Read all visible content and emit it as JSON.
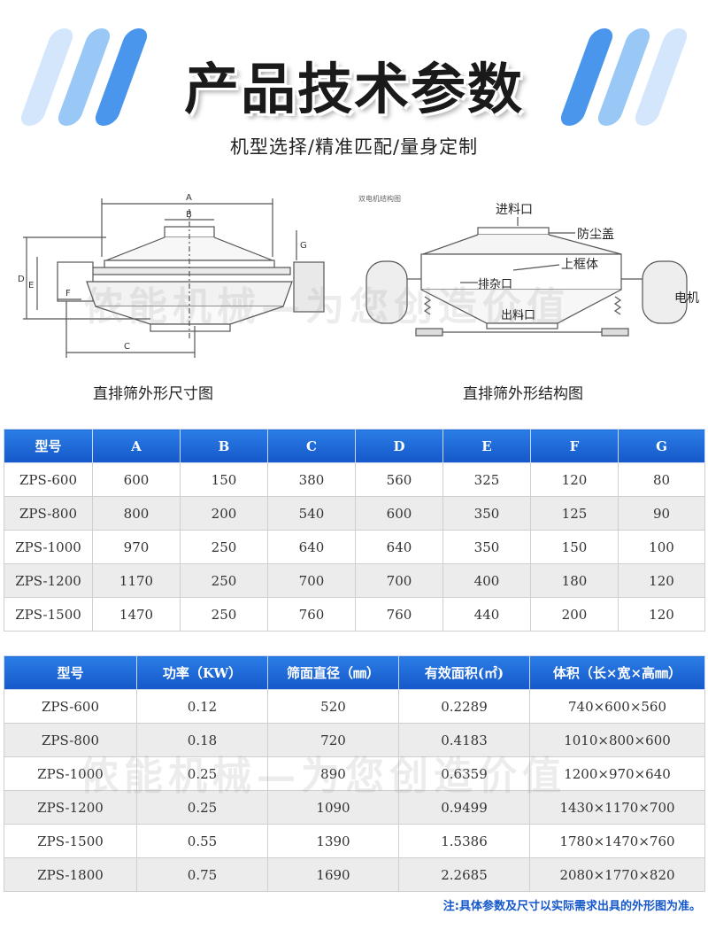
{
  "header": {
    "title": "产品技术参数",
    "subtitle": "机型选择/精准匹配/量身定制"
  },
  "colors": {
    "accent": "#1558c9",
    "header_cell": "#2a7de6",
    "stripe_light": "#c9e0fa",
    "stripe_mid": "#8cc0f4",
    "stripe_dark": "#3b8ae8"
  },
  "figures": {
    "dimension_caption": "直排筛外形尺寸图",
    "structure_caption": "直排筛外形结构图",
    "dimension_labels": {
      "a": "A",
      "b": "B",
      "c": "C",
      "d": "D",
      "e": "E",
      "f": "F",
      "g": "G"
    },
    "structure_small_title": "双电机结构图",
    "structure_labels": {
      "inlet": "进料口",
      "dust_cover": "防尘盖",
      "upper_frame": "上框体",
      "impurity_outlet": "排杂口",
      "outlet": "出料口",
      "motor": "电机"
    }
  },
  "watermark": "侬能机械—为您创造价值",
  "table1": {
    "headers": [
      "型号",
      "A",
      "B",
      "C",
      "D",
      "E",
      "F",
      "G"
    ],
    "rows": [
      [
        "ZPS-600",
        "600",
        "150",
        "380",
        "560",
        "325",
        "120",
        "80"
      ],
      [
        "ZPS-800",
        "800",
        "200",
        "540",
        "600",
        "350",
        "125",
        "90"
      ],
      [
        "ZPS-1000",
        "970",
        "250",
        "640",
        "640",
        "350",
        "150",
        "100"
      ],
      [
        "ZPS-1200",
        "1170",
        "250",
        "700",
        "700",
        "400",
        "180",
        "120"
      ],
      [
        "ZPS-1500",
        "1470",
        "250",
        "760",
        "760",
        "440",
        "200",
        "120"
      ]
    ]
  },
  "table2": {
    "headers": [
      "型号",
      "功率（KW）",
      "筛面直径（㎜）",
      "有效面积(㎡)",
      "体积（长×宽×高㎜）"
    ],
    "rows": [
      [
        "ZPS-600",
        "0.12",
        "520",
        "0.2289",
        "740×600×560"
      ],
      [
        "ZPS-800",
        "0.18",
        "720",
        "0.4183",
        "1010×800×600"
      ],
      [
        "ZPS-1000",
        "0.25",
        "890",
        "0.6359",
        "1200×970×640"
      ],
      [
        "ZPS-1200",
        "0.25",
        "1090",
        "0.9499",
        "1430×1170×700"
      ],
      [
        "ZPS-1500",
        "0.55",
        "1390",
        "1.5386",
        "1780×1470×760"
      ],
      [
        "ZPS-1800",
        "0.75",
        "1690",
        "2.2685",
        "2080×1770×820"
      ]
    ]
  },
  "note": "注:具体参数及尺寸以实际需求出具的外形图为准。"
}
